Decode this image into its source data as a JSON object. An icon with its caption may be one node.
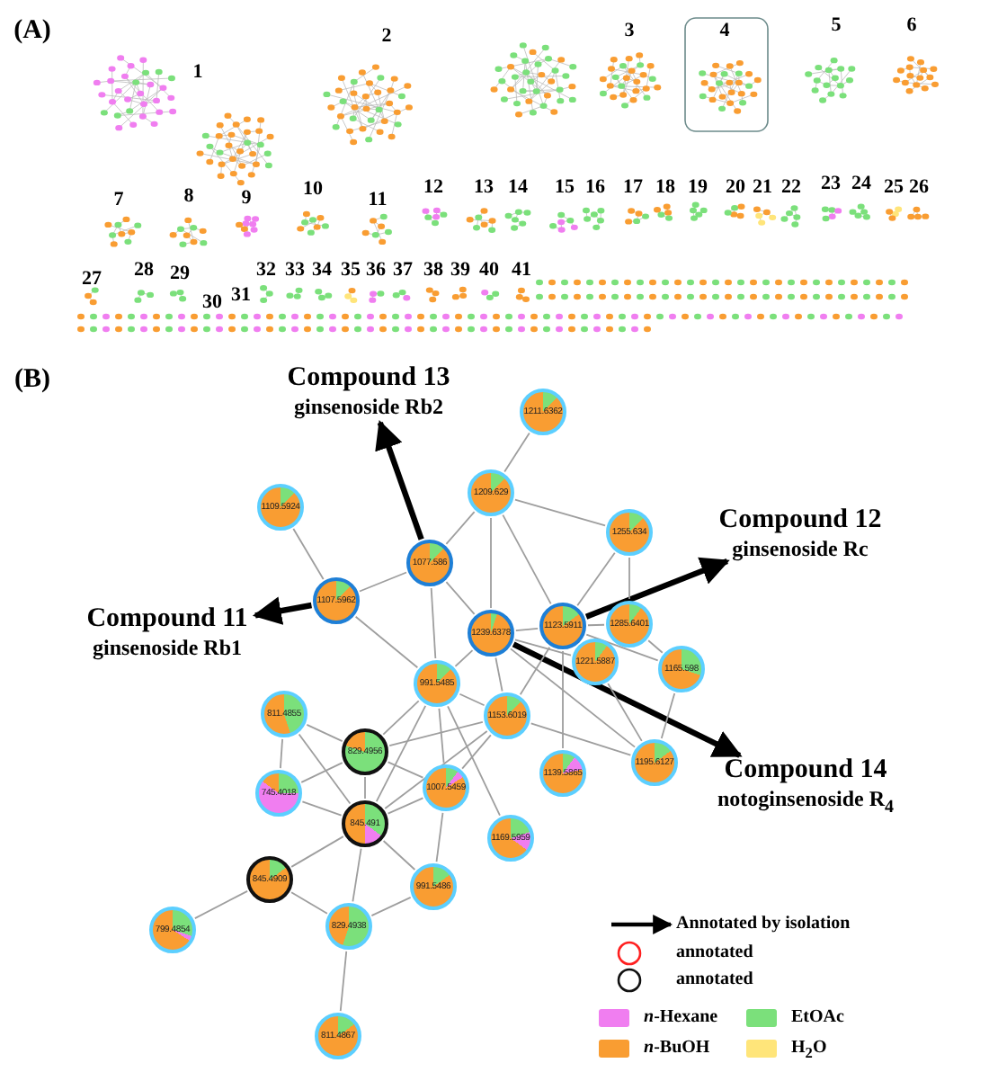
{
  "diagram": {
    "nodes": [
      {
        "text": [
          "Compound 13",
          "ginsenoside Rb2"
        ]
      },
      {
        "text": [
          "1211.6362"
        ]
      },
      {
        "text": [
          "1109.5924"
        ]
      },
      {
        "text": [
          "1209.629"
        ]
      },
      {
        "text": [
          "1077.586"
        ]
      },
      {
        "text": [
          "Compound 12",
          "ginsenoside Rc"
        ]
      },
      {
        "text": [
          "1255.634"
        ]
      },
      {
        "text": [
          "1107.5962"
        ]
      },
      {
        "text": [
          "Compound 11",
          "ginsenoside Rb1"
        ]
      },
      {
        "text": [
          "1239.6378"
        ]
      },
      {
        "text": [
          "1123.5911"
        ]
      },
      {
        "text": [
          "1285.6401"
        ]
      },
      {
        "text": [
          "1165.598"
        ]
      },
      {
        "text": [
          "1221.5887"
        ]
      },
      {
        "text": [
          "991.5485"
        ]
      },
      {
        "text": [
          "1153.6019"
        ]
      },
      {
        "text": [
          "811.4855"
        ]
      },
      {
        "text": [
          "829.4956"
        ]
      },
      {
        "text": [
          "1195.6127"
        ]
      },
      {
        "text": [
          "1139.5865"
        ]
      },
      {
        "text": [
          "745.4018"
        ]
      },
      {
        "text": [
          "1007.5459"
        ]
      },
      {
        "text": [
          "Compound 14",
          "notoginsenoside R$_{4}$"
        ]
      },
      {
        "text": [
          "845.491"
        ]
      },
      {
        "text": [
          "1169.5959"
        ]
      },
      {
        "text": [
          "845.4909"
        ]
      },
      {
        "text": [
          "991.5486"
        ]
      },
      {
        "text": [
          "799.4854"
        ]
      },
      {
        "text": [
          "829.4938"
        ]
      },
      {
        "text": [
          "811.4867"
        ]
      }
    ],
    "edges": [
      {
        "from": 4,
        "to": 0,
        "arrow": "to",
        "style": "thick",
        "color": "#000000"
      },
      {
        "from": 7,
        "to": 8,
        "arrow": "to",
        "style": "thick",
        "color": "#000000"
      },
      {
        "from": 10,
        "to": 5,
        "arrow": "to",
        "style": "thick",
        "color": "#000000"
      },
      {
        "from": 9,
        "to": 22,
        "arrow": "to",
        "style": "thick",
        "color": "#000000"
      },
      {
        "from": 1,
        "to": 3,
        "arrow": "none"
      },
      {
        "from": 3,
        "to": 4,
        "arrow": "none"
      },
      {
        "from": 3,
        "to": 6,
        "arrow": "none"
      },
      {
        "from": 3,
        "to": 9,
        "arrow": "none"
      },
      {
        "from": 3,
        "to": 10,
        "arrow": "none"
      },
      {
        "from": 6,
        "to": 10,
        "arrow": "none"
      },
      {
        "from": 6,
        "to": 11,
        "arrow": "none"
      },
      {
        "from": 2,
        "to": 7,
        "arrow": "none"
      },
      {
        "from": 7,
        "to": 4,
        "arrow": "none"
      },
      {
        "from": 7,
        "to": 14,
        "arrow": "none"
      },
      {
        "from": 4,
        "to": 9,
        "arrow": "none"
      },
      {
        "from": 4,
        "to": 14,
        "arrow": "none"
      },
      {
        "from": 9,
        "to": 10,
        "arrow": "none"
      },
      {
        "from": 10,
        "to": 11,
        "arrow": "none"
      },
      {
        "from": 9,
        "to": 14,
        "arrow": "none"
      },
      {
        "from": 9,
        "to": 15,
        "arrow": "none"
      },
      {
        "from": 10,
        "to": 15,
        "arrow": "none"
      },
      {
        "from": 10,
        "to": 19,
        "arrow": "none"
      },
      {
        "from": 10,
        "to": 12,
        "arrow": "none"
      },
      {
        "from": 11,
        "to": 12,
        "arrow": "none"
      },
      {
        "from": 9,
        "to": 13,
        "arrow": "none"
      },
      {
        "from": 9,
        "to": 18,
        "arrow": "none"
      },
      {
        "from": 13,
        "to": 18,
        "arrow": "none"
      },
      {
        "from": 12,
        "to": 18,
        "arrow": "none"
      },
      {
        "from": 15,
        "to": 18,
        "arrow": "none"
      },
      {
        "from": 14,
        "to": 15,
        "arrow": "none"
      },
      {
        "from": 14,
        "to": 17,
        "arrow": "none"
      },
      {
        "from": 14,
        "to": 23,
        "arrow": "none"
      },
      {
        "from": 14,
        "to": 21,
        "arrow": "none"
      },
      {
        "from": 14,
        "to": 24,
        "arrow": "none"
      },
      {
        "from": 15,
        "to": 17,
        "arrow": "none"
      },
      {
        "from": 15,
        "to": 21,
        "arrow": "none"
      },
      {
        "from": 15,
        "to": 23,
        "arrow": "none"
      },
      {
        "from": 16,
        "to": 20,
        "arrow": "none"
      },
      {
        "from": 16,
        "to": 17,
        "arrow": "none"
      },
      {
        "from": 16,
        "to": 23,
        "arrow": "none"
      },
      {
        "from": 17,
        "to": 20,
        "arrow": "none"
      },
      {
        "from": 17,
        "to": 23,
        "arrow": "none"
      },
      {
        "from": 17,
        "to": 21,
        "arrow": "none"
      },
      {
        "from": 20,
        "to": 23,
        "arrow": "none"
      },
      {
        "from": 23,
        "to": 21,
        "arrow": "none"
      },
      {
        "from": 23,
        "to": 25,
        "arrow": "none"
      },
      {
        "from": 23,
        "to": 28,
        "arrow": "none"
      },
      {
        "from": 23,
        "to": 26,
        "arrow": "none"
      },
      {
        "from": 21,
        "to": 26,
        "arrow": "none"
      },
      {
        "from": 25,
        "to": 27,
        "arrow": "none"
      },
      {
        "from": 25,
        "to": 28,
        "arrow": "none"
      },
      {
        "from": 28,
        "to": 26,
        "arrow": "none"
      },
      {
        "from": 28,
        "to": 29,
        "arrow": "none"
      }
    ],
    "labels": [
      "(A)",
      "1",
      "2",
      "3",
      "4",
      "5",
      "6",
      "7",
      "8",
      "9",
      "10",
      "11",
      "12",
      "13",
      "14",
      "15",
      "16",
      "17",
      "18",
      "19",
      "20",
      "21",
      "22",
      "23",
      "24",
      "25",
      "26",
      "27",
      "28",
      "29",
      "30",
      "31",
      "32",
      "33",
      "34",
      "35",
      "36",
      "37",
      "38",
      "39",
      "40",
      "41",
      "(B)"
    ],
    "legend": [
      {
        "text": "Annotated by isolation"
      },
      {
        "text": "annotated"
      },
      {
        "text": "annotated"
      },
      {
        "text": "*n*-Hexane",
        "color": "#f07ef0"
      },
      {
        "text": "EtOAc",
        "color": "#7be07b"
      },
      {
        "text": "*n*-BuOH",
        "color": "#f99d32"
      },
      {
        "text": "H$_{2}$O",
        "color": "#ffe57a"
      }
    ]
  }
}
